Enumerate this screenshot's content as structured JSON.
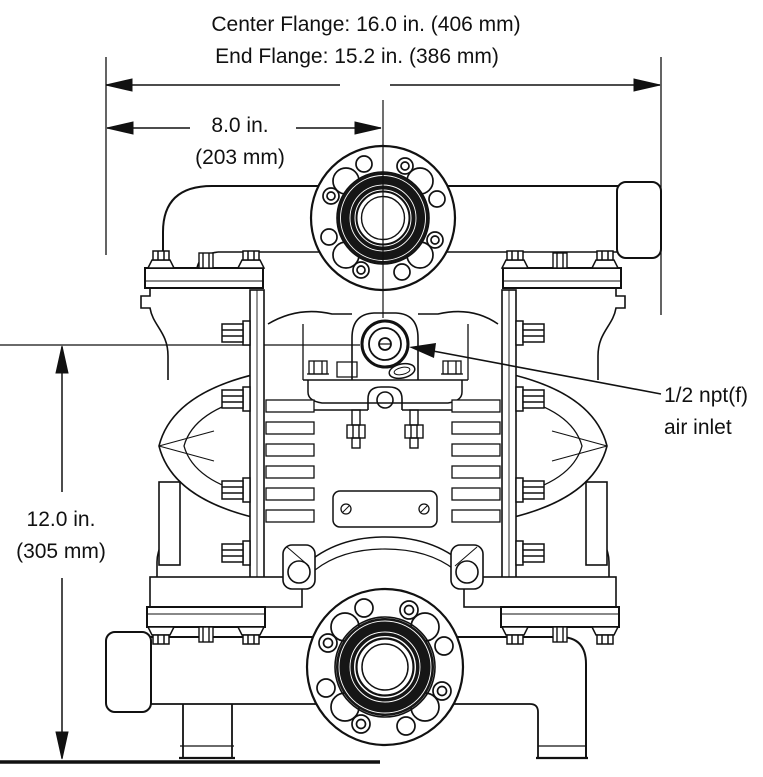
{
  "diagram": {
    "background": "#ffffff",
    "line_color": "#111111",
    "overall_width_dimension": {
      "line1": "Center Flange: 16.0 in. (406 mm)",
      "line2": "End Flange: 15.2 in. (386 mm)"
    },
    "port_offset_dimension": {
      "inches": "8.0 in.",
      "millimeters": "(203 mm)"
    },
    "height_dimension": {
      "inches": "12.0 in.",
      "millimeters": "(305 mm)"
    },
    "air_inlet_callout": {
      "line1": "1/2 npt(f)",
      "line2": "air inlet"
    }
  }
}
